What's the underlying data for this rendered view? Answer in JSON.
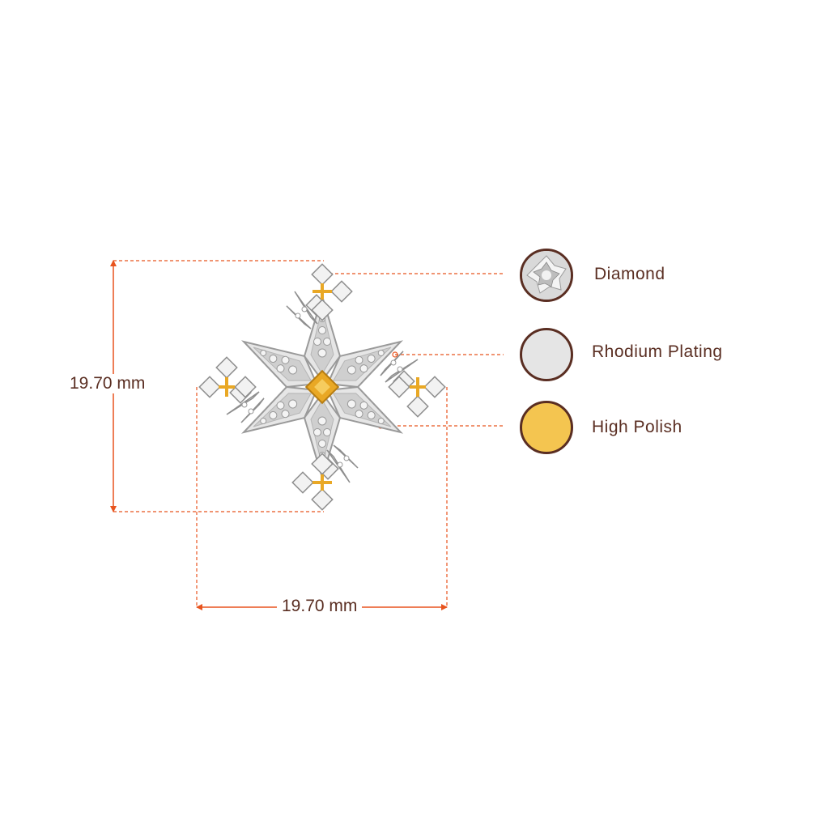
{
  "dimensions": {
    "height_label": "19.70 mm",
    "width_label": "19.70 mm"
  },
  "materials": [
    {
      "label": "Diamond",
      "color": "#e6e6e6",
      "icon": "diamond-swatch-icon"
    },
    {
      "label": "Rhodium Plating",
      "color": "#e5e5e5",
      "icon": "rhodium-swatch-icon"
    },
    {
      "label": "High Polish",
      "color": "#f4c550",
      "icon": "gold-swatch-icon"
    }
  ],
  "colors": {
    "dimension_line": "#e8541e",
    "text": "#5a2e22",
    "gold": "#e9a825",
    "metal": "#dcdcdc"
  }
}
